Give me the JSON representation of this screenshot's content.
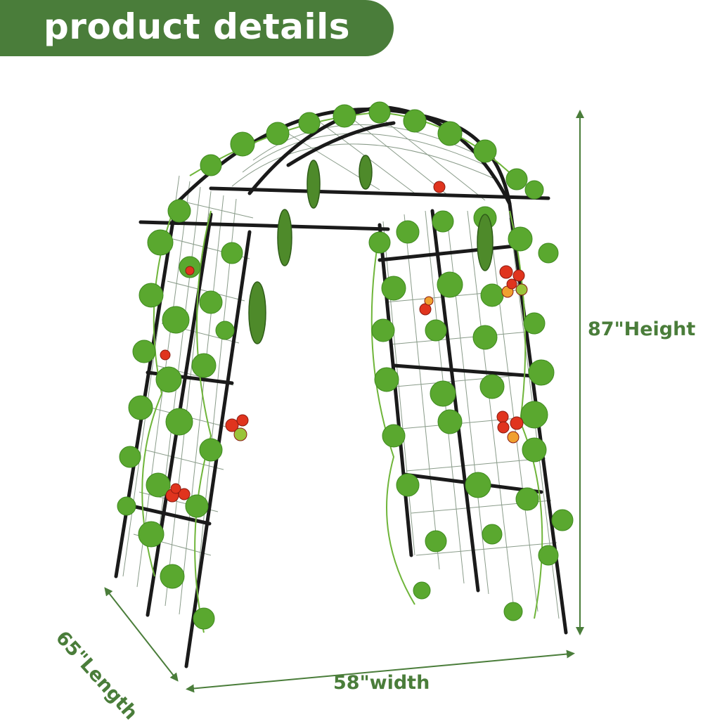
{
  "banner": {
    "title": "product details",
    "color": "#4a7d3a"
  },
  "dimensions": {
    "height_label": "87\"Height",
    "width_label": "58\"width",
    "length_label": "65\"Length",
    "color": "#4a7d3a"
  },
  "illustration": {
    "icon": "garden-arch-trellis-icon",
    "frame_color": "#1a1a1a",
    "leaf_color": "#5aa82f",
    "fruit_colors": [
      "#e0341e",
      "#f0a030",
      "#9ac43a"
    ]
  }
}
